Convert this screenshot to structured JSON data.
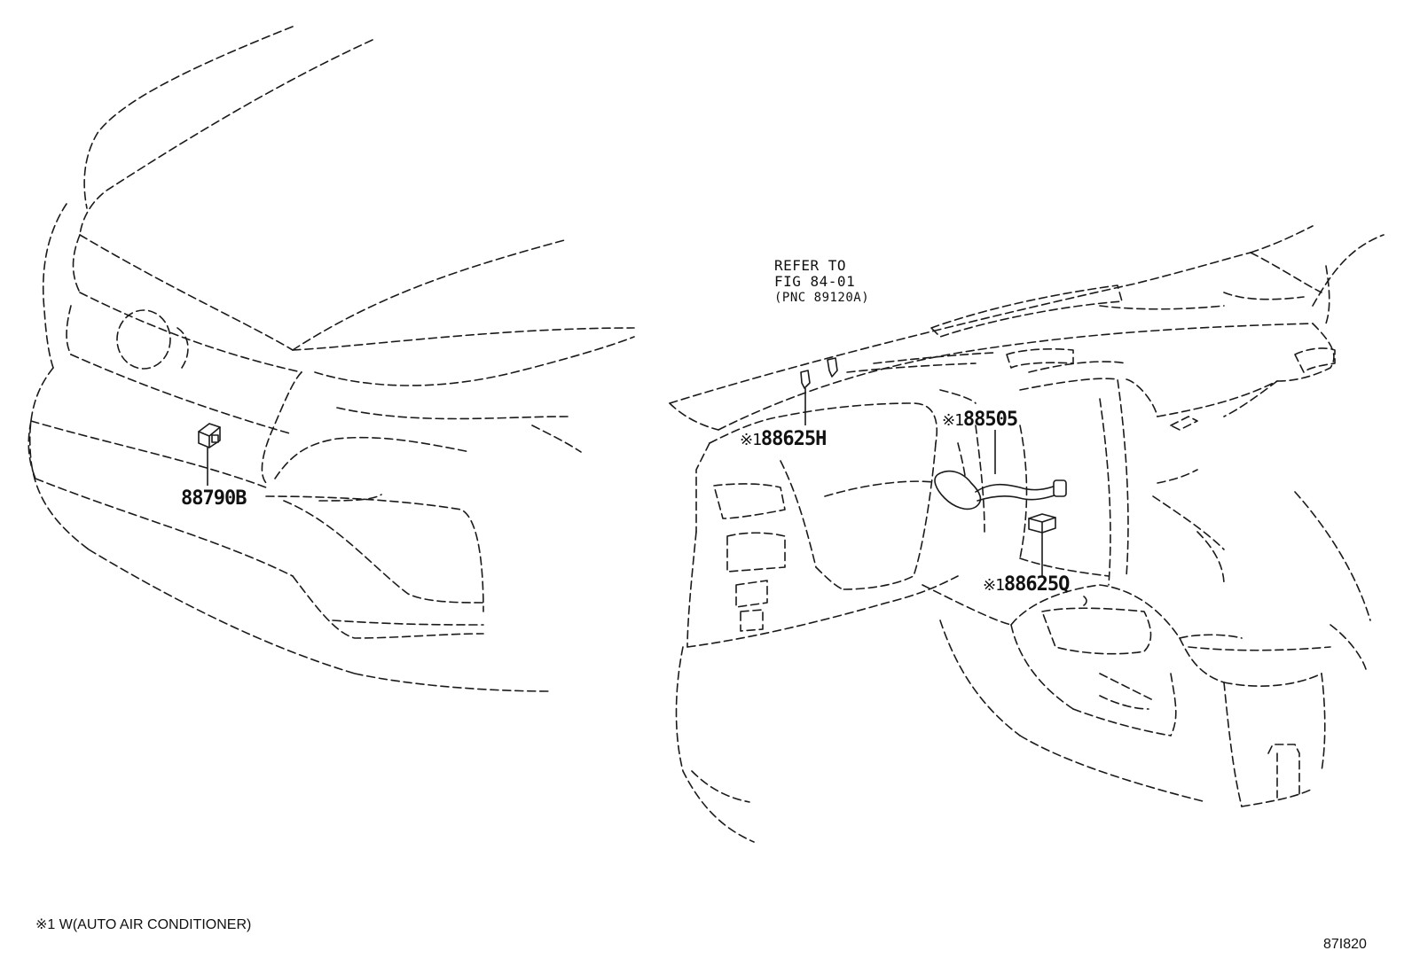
{
  "callouts": {
    "p88790B": "88790B",
    "p88625H": "88625H",
    "p88505": "88505",
    "p88625Q": "88625Q",
    "note_mark": "※1"
  },
  "reference": {
    "line1": "REFER TO",
    "line2": "FIG 84-01",
    "line3": "(PNC 89120A)"
  },
  "footnote": "※1 W(AUTO AIR CONDITIONER)",
  "diagram_id": "87I820"
}
